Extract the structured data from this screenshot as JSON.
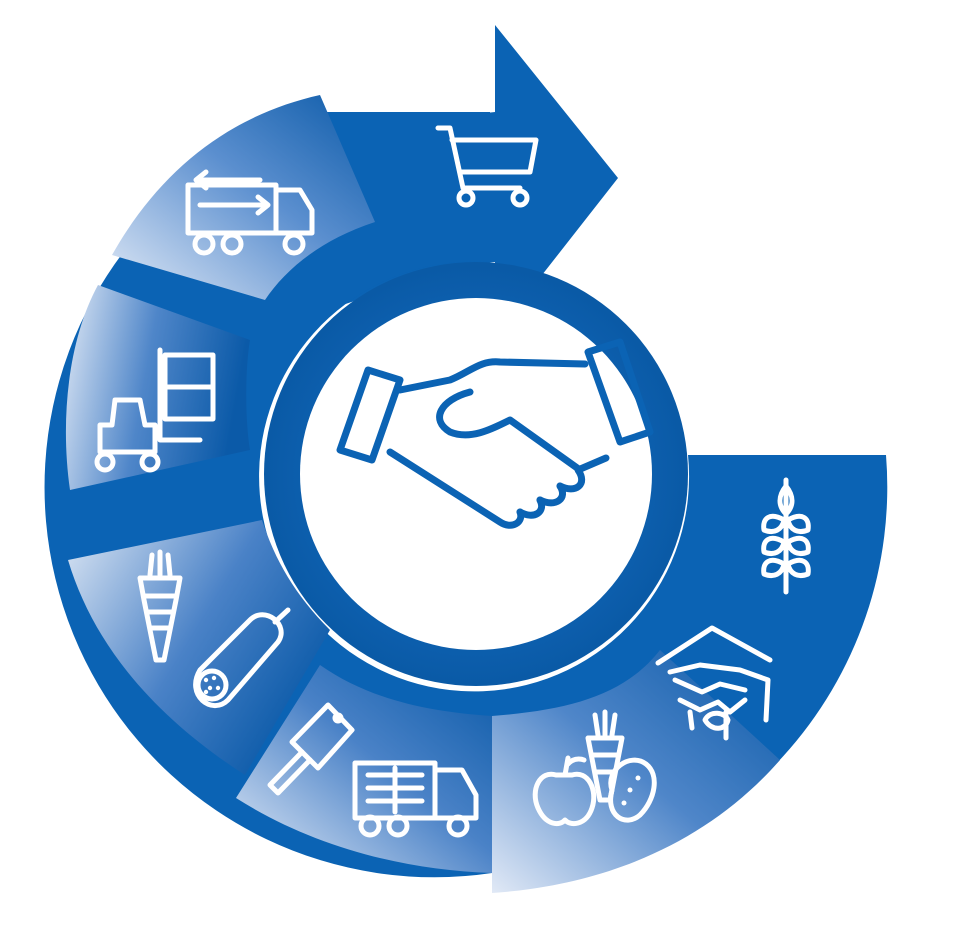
{
  "diagram": {
    "type": "circular-value-chain",
    "colors": {
      "primary_blue": "#0a63b4",
      "deep_blue": "#0b5aa8",
      "light_blue": "#c9d8ef",
      "icon_stroke": "#ffffff"
    },
    "center_icon": "handshake-icon",
    "stages": [
      {
        "id": "farming",
        "icons": [
          "wheat-icon",
          "livestock-barn-icon"
        ]
      },
      {
        "id": "fresh-produce",
        "icons": [
          "apple-icon",
          "carrot-icon",
          "potato-icon"
        ]
      },
      {
        "id": "processing-transport",
        "icons": [
          "cleaver-icon",
          "refrigerated-truck-icon"
        ]
      },
      {
        "id": "processed-food",
        "icons": [
          "vegetable-icon",
          "sausage-icon"
        ]
      },
      {
        "id": "warehousing",
        "icons": [
          "forklift-icon"
        ]
      },
      {
        "id": "distribution",
        "icons": [
          "delivery-truck-icon"
        ]
      },
      {
        "id": "retail",
        "icons": [
          "shopping-cart-icon"
        ]
      }
    ]
  }
}
